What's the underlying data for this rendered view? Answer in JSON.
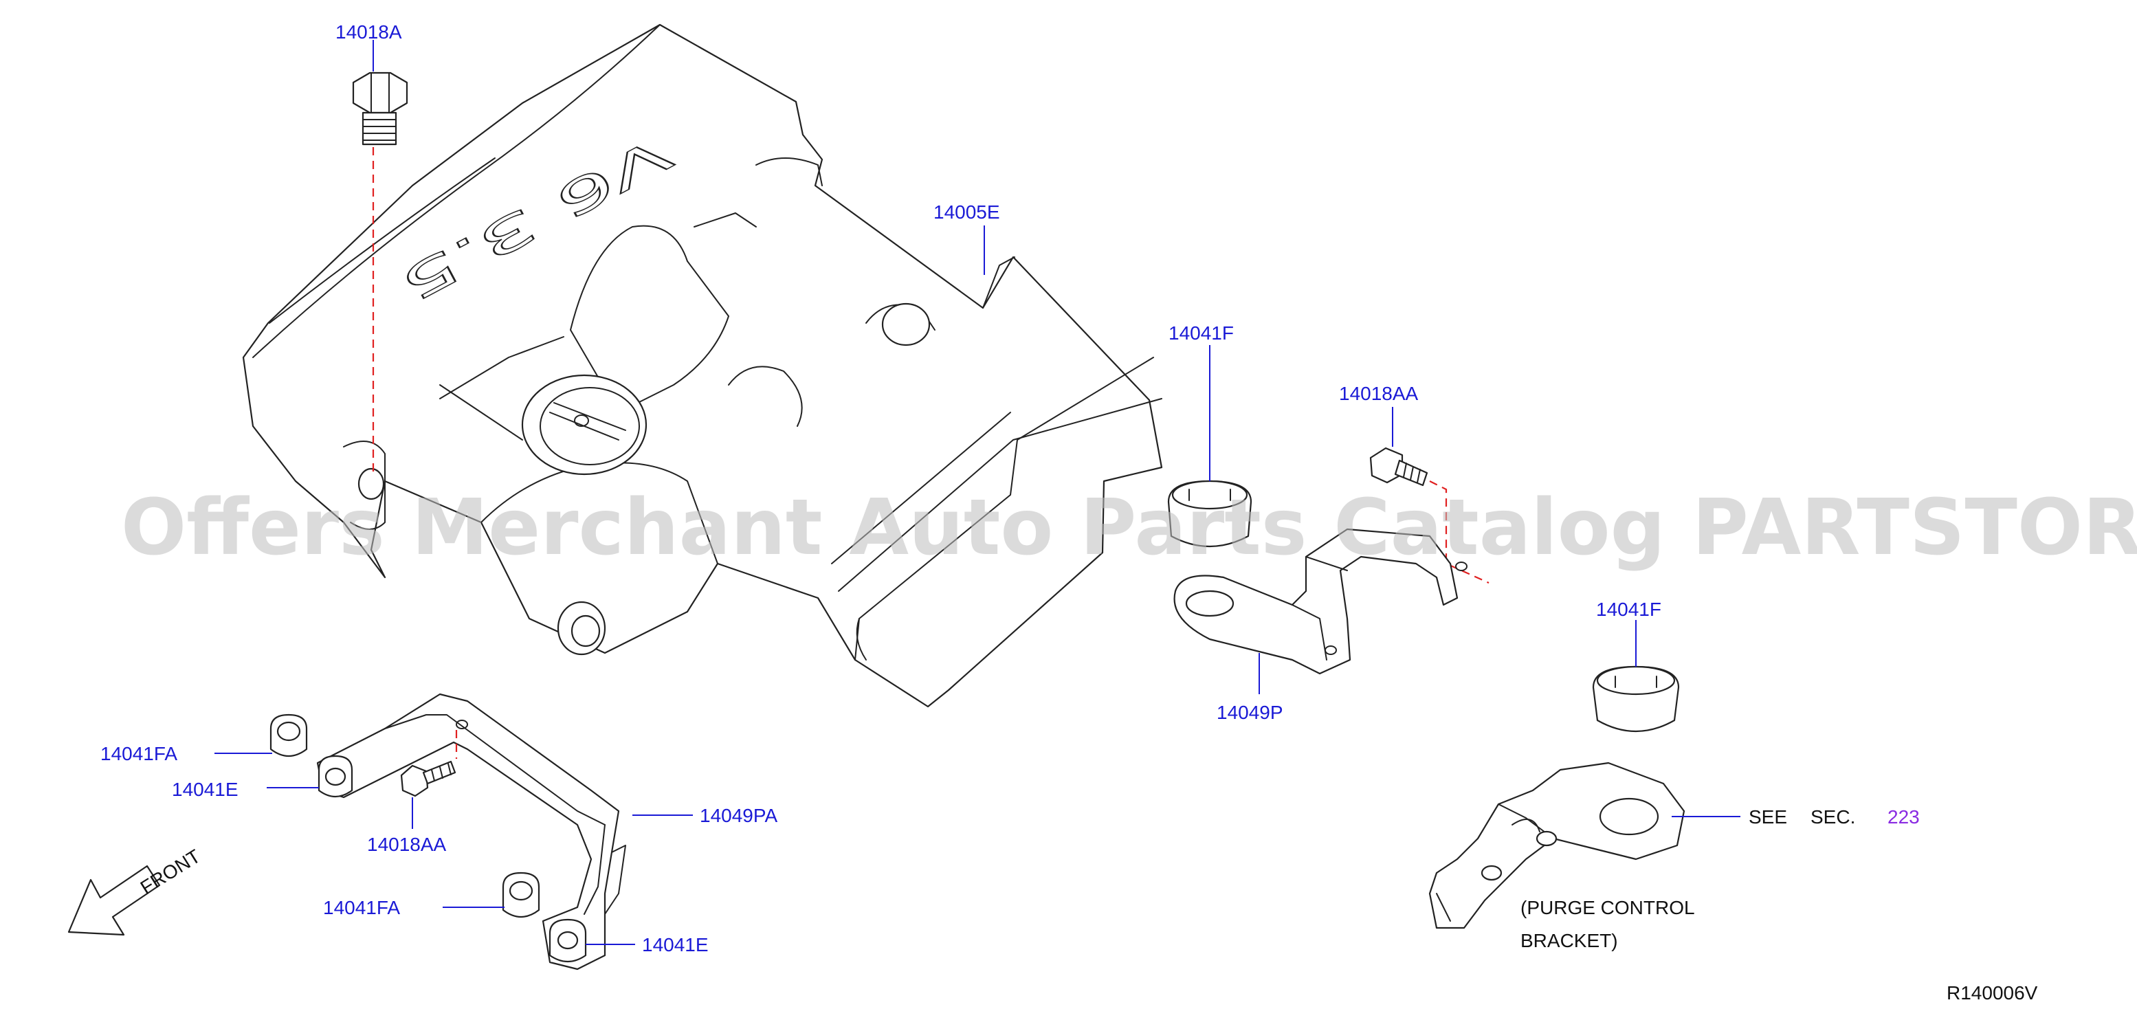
{
  "watermark": "Offers Merchant Auto Parts Catalog PARTSTORE.SA",
  "diagram_id": "R140006V",
  "front_label": "FRONT",
  "engine_badge": "V6 3.5",
  "parts": {
    "p14018A": "14018A",
    "p14005E": "14005E",
    "p14041F_a": "14041F",
    "p14018AA_a": "14018AA",
    "p14049P": "14049P",
    "p14041F_b": "14041F",
    "p14041FA_a": "14041FA",
    "p14041E_a": "14041E",
    "p14018AA_b": "14018AA",
    "p14049PA": "14049PA",
    "p14041FA_b": "14041FA",
    "p14041E_b": "14041E"
  },
  "reference": {
    "see": "SEE",
    "sec": "SEC.",
    "number": "223",
    "note_line1": "(PURGE CONTROL",
    "note_line2": "BRACKET)"
  },
  "colors": {
    "label_blue": "#1a1ad6",
    "reference_purple": "#8a2be2",
    "dashed_line_red": "#e02020",
    "watermark_gray": "#bdbdbd"
  }
}
